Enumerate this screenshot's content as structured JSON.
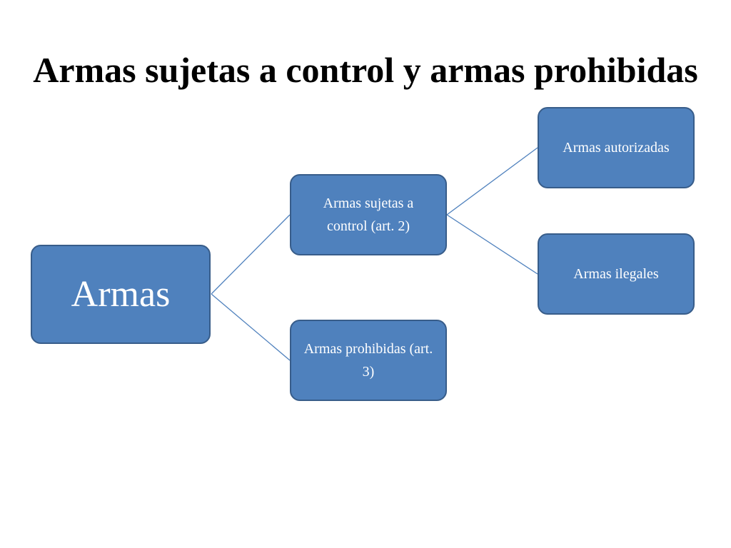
{
  "slide": {
    "title": "Armas sujetas a control y armas prohibidas"
  },
  "diagram": {
    "root": {
      "label": "Armas"
    },
    "control": {
      "label": "Armas sujetas a control (art. 2)"
    },
    "prohibited": {
      "label": "Armas prohibidas (art. 3)"
    },
    "authorized": {
      "label": "Armas autorizadas"
    },
    "illegal": {
      "label": "Armas ilegales"
    },
    "colors": {
      "node_fill": "#4f81bd",
      "node_border": "#385d8a",
      "connector": "#4f81bd",
      "node_text": "#ffffff"
    }
  }
}
